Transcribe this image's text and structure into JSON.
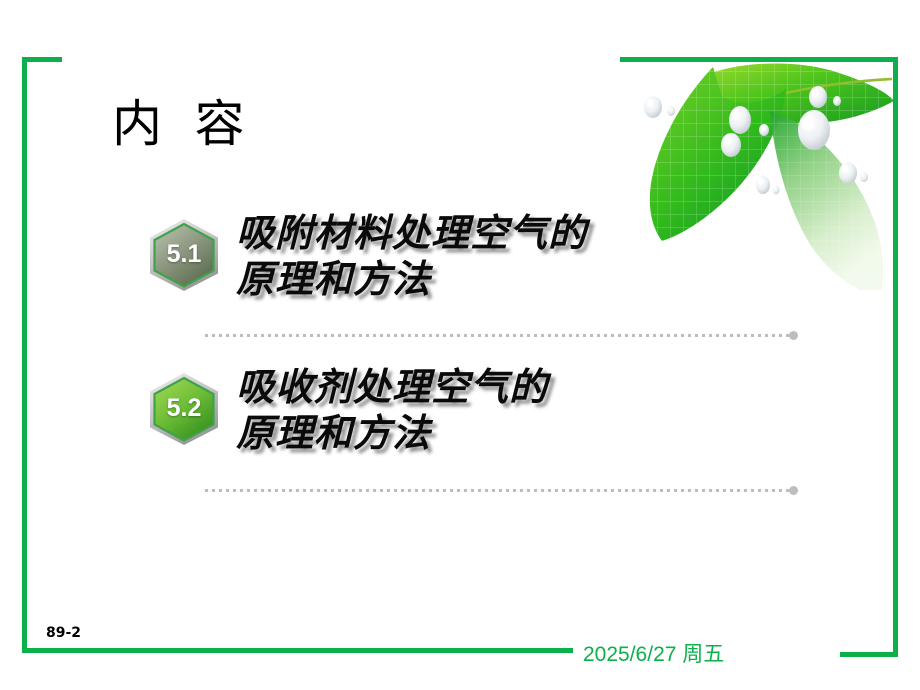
{
  "slide": {
    "title": "内 容",
    "page_number": "89-2",
    "footer_date": "2025/6/27 周五",
    "accent_color": "#0CB04A",
    "background_color": "#ffffff",
    "dot_color": "#bdbdbd"
  },
  "decor": {
    "leaf_art_name": "green-leaf-with-water-droplets",
    "leaf_dark_green": "#1FA32A",
    "leaf_mid_green": "#3FC314",
    "leaf_light_green": "#8FD63A",
    "leaf_fade_green": "#CDEAB6"
  },
  "items": [
    {
      "badge": "5.1",
      "badge_fill_start": "#A9B4A0",
      "badge_fill_end": "#5E6E52",
      "badge_border": "#3FA24A",
      "text": "吸附材料处理空气的\n原理和方法"
    },
    {
      "badge": "5.2",
      "badge_fill_start": "#7DC63F",
      "badge_fill_end": "#3E9B21",
      "badge_border": "#3FA24A",
      "text": "吸收剂处理空气的\n原理和方法"
    }
  ]
}
